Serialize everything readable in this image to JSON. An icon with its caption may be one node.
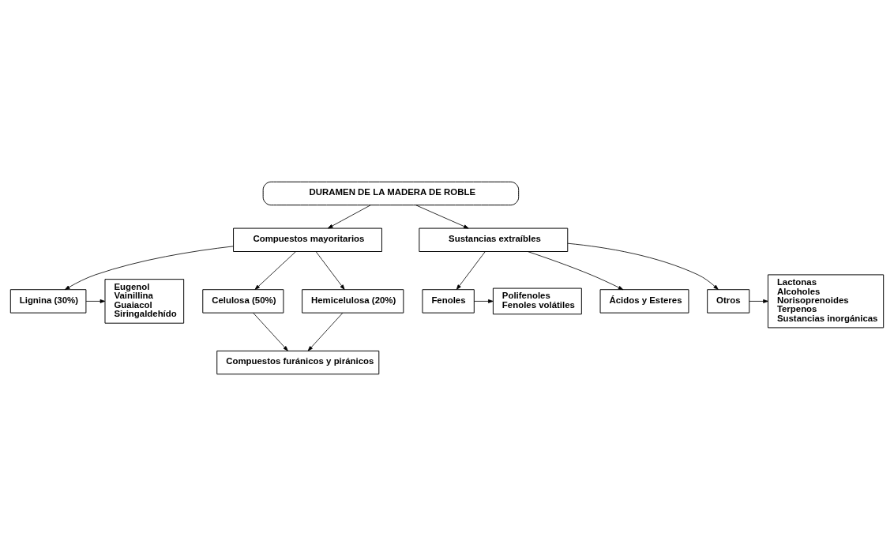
{
  "diagram": {
    "nodes": [
      {
        "text": [
          "DURAMEN DE LA MADERA DE ROBLE"
        ]
      },
      {
        "text": [
          "Compuestos mayoritarios"
        ]
      },
      {
        "text": [
          "Sustancias extraíbles"
        ]
      },
      {
        "text": [
          "Lignina (30%)"
        ]
      },
      {
        "text": [
          "Eugenol",
          "Vainillina",
          "Guaiacol",
          "Siringaldehído"
        ]
      },
      {
        "text": [
          "Celulosa (50%)"
        ]
      },
      {
        "text": [
          "Hemicelulosa (20%)"
        ]
      },
      {
        "text": [
          "Compuestos furánicos y piránicos"
        ]
      },
      {
        "text": [
          "Fenoles"
        ]
      },
      {
        "text": [
          "Polifenoles",
          "Fenoles volátiles"
        ]
      },
      {
        "text": [
          "Ácidos y Esteres"
        ]
      },
      {
        "text": [
          "Otros"
        ]
      },
      {
        "text": [
          "Lactonas",
          "Alcoholes",
          "Norisoprenoides",
          "Terpenos",
          "Sustancias inorgánicas"
        ]
      }
    ],
    "edges": [
      {
        "from": 0,
        "to": 1,
        "arrow": "to"
      },
      {
        "from": 0,
        "to": 2,
        "arrow": "to"
      },
      {
        "from": 1,
        "to": 3,
        "arrow": "to"
      },
      {
        "from": 3,
        "to": 4,
        "arrow": "to"
      },
      {
        "from": 1,
        "to": 5,
        "arrow": "to"
      },
      {
        "from": 1,
        "to": 6,
        "arrow": "to"
      },
      {
        "from": 5,
        "to": 7,
        "arrow": "to"
      },
      {
        "from": 6,
        "to": 7,
        "arrow": "to"
      },
      {
        "from": 2,
        "to": 8,
        "arrow": "to"
      },
      {
        "from": 8,
        "to": 9,
        "arrow": "to"
      },
      {
        "from": 2,
        "to": 10,
        "arrow": "to"
      },
      {
        "from": 2,
        "to": 11,
        "arrow": "to"
      },
      {
        "from": 11,
        "to": 12,
        "arrow": "to"
      }
    ]
  }
}
